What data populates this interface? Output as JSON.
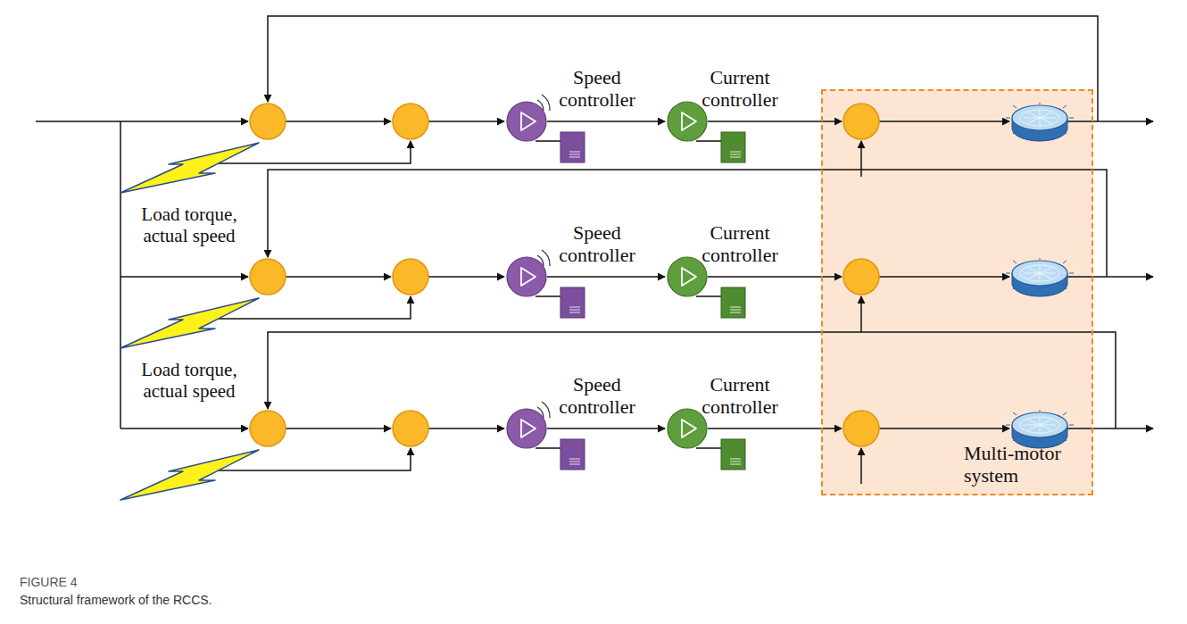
{
  "diagram": {
    "caption": "Structural framework of the RCCS.",
    "nodes": [
      {
        "text": [
          "Speed controller"
        ]
      },
      {
        "text": [
          "Current controller"
        ]
      },
      {
        "text": [
          "Speed controller"
        ]
      },
      {
        "text": [
          "Current controller"
        ]
      },
      {
        "text": [
          "Speed controller"
        ]
      },
      {
        "text": [
          "Current controller"
        ]
      },
      {
        "text": [
          "Multi-motor system"
        ]
      }
    ],
    "edges": [
      {
        "from": 0,
        "to": 1,
        "arrow": "to"
      },
      {
        "from": 2,
        "to": 3,
        "arrow": "to"
      },
      {
        "from": 4,
        "to": 5,
        "arrow": "to"
      }
    ],
    "labels": [
      "Load torque, actual speed",
      "Load torque, actual speed",
      "FIGURE 4"
    ]
  }
}
